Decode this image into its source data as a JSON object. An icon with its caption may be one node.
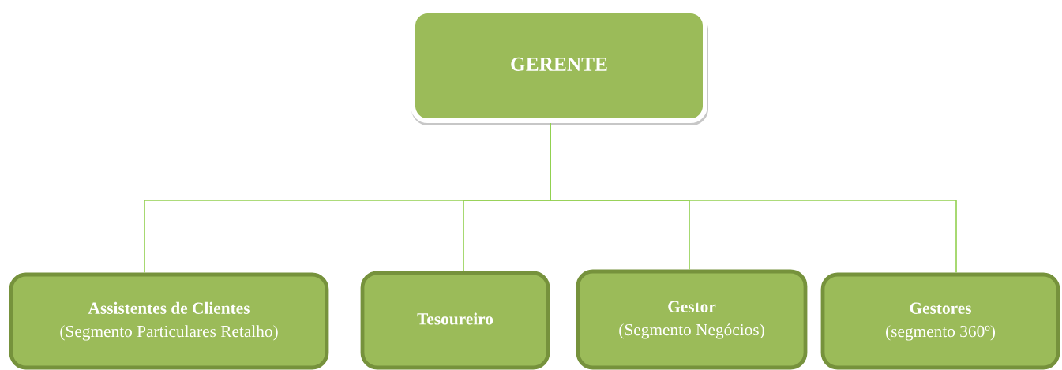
{
  "diagram": {
    "nodes": [
      {
        "text": [
          "GERENTE"
        ]
      },
      {
        "text": [
          "Assistentes de Clientes",
          "(Segmento Particulares Retalho)"
        ]
      },
      {
        "text": [
          "Tesoureiro"
        ]
      },
      {
        "text": [
          "Gestor",
          "(Segmento Negócios)"
        ]
      },
      {
        "text": [
          "Gestores",
          "(segmento 360º)"
        ]
      }
    ],
    "edges": [
      {
        "from": 0,
        "to": 1,
        "arrow": "none"
      },
      {
        "from": 0,
        "to": 2,
        "arrow": "none"
      },
      {
        "from": 0,
        "to": 3,
        "arrow": "none"
      },
      {
        "from": 0,
        "to": 4,
        "arrow": "none"
      }
    ]
  }
}
